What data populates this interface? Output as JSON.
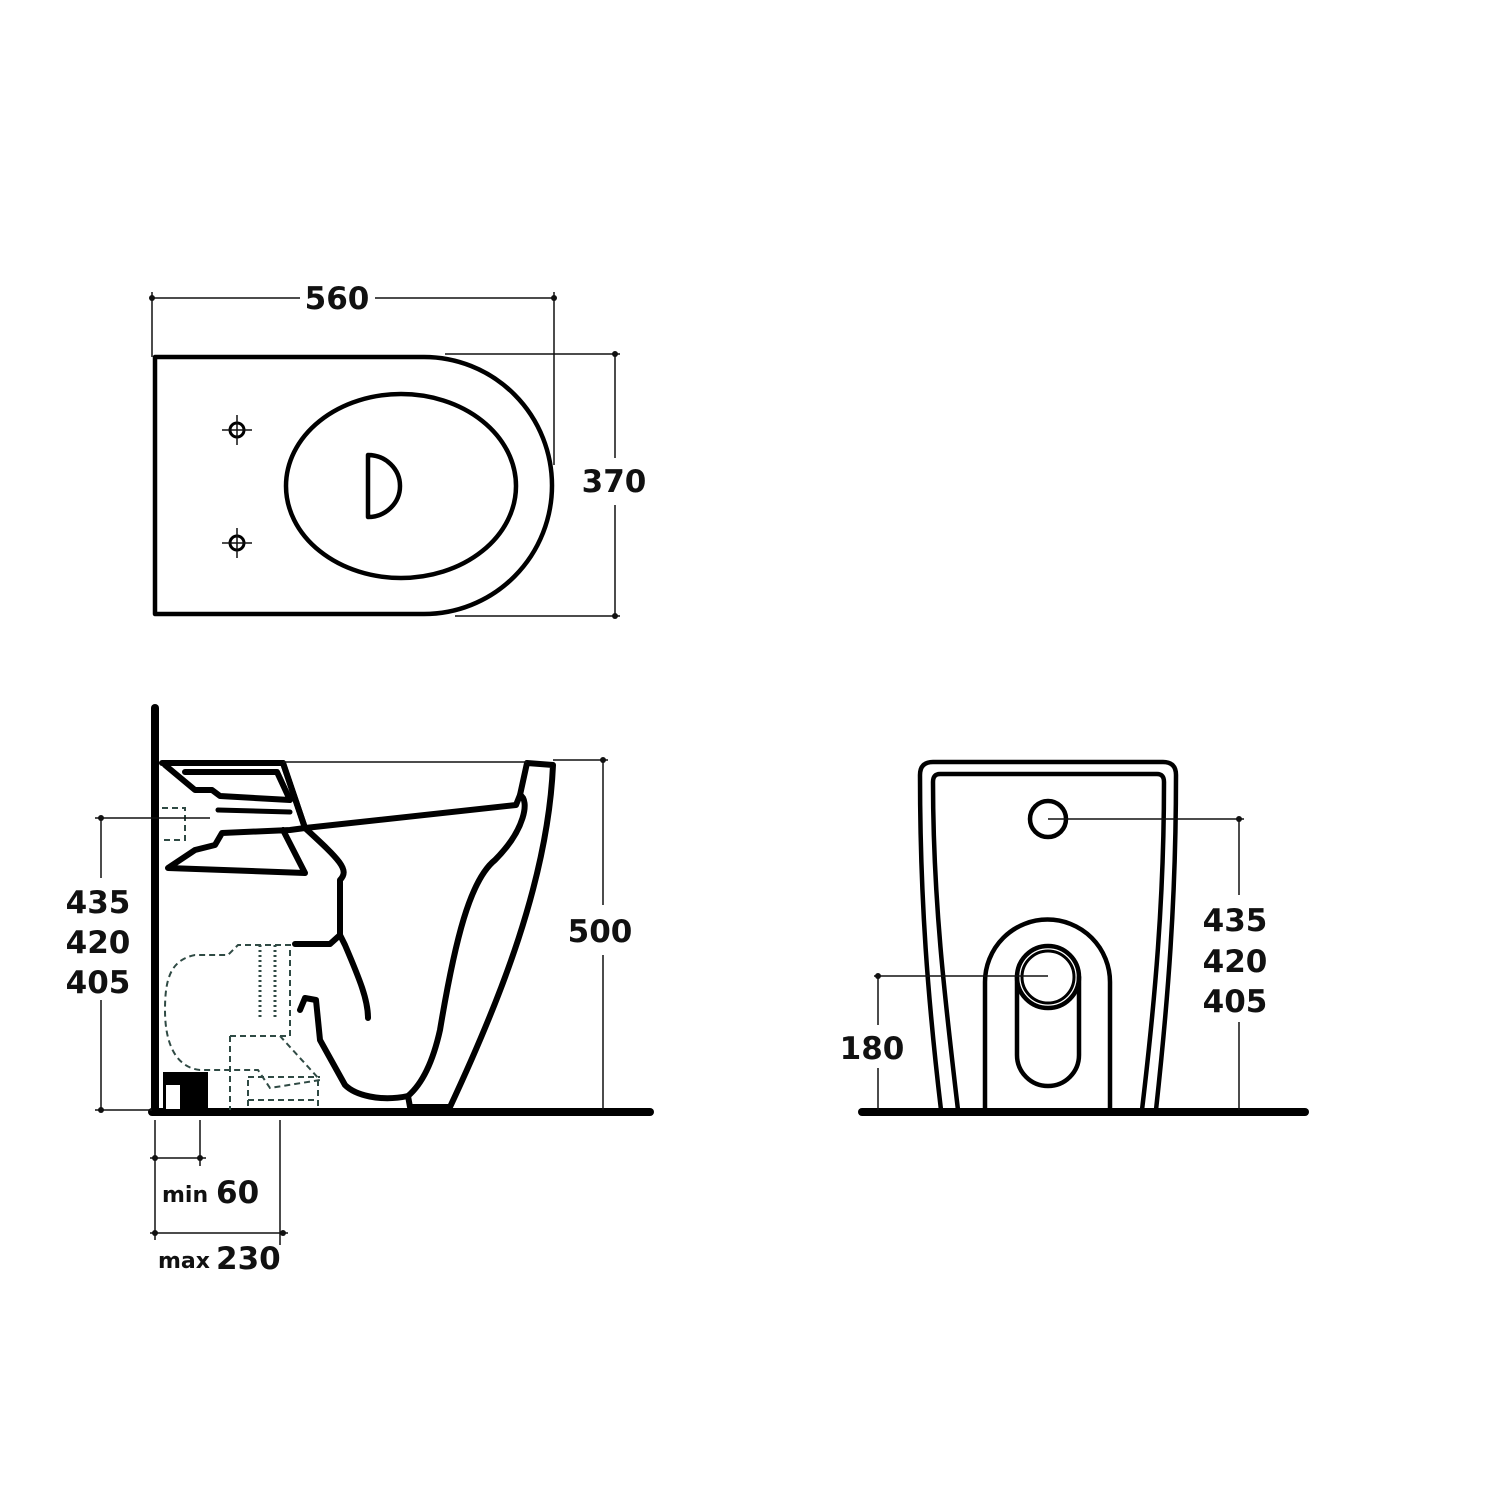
{
  "top_view": {
    "width_label": "560",
    "depth_label": "370"
  },
  "side_view": {
    "height_label": "500",
    "inlet_heights": [
      "435",
      "420",
      "405"
    ],
    "min_prefix": "min",
    "min_value": "60",
    "max_prefix": "max",
    "max_value": "230"
  },
  "back_view": {
    "inlet_heights": [
      "435",
      "420",
      "405"
    ],
    "outlet_height_label": "180"
  },
  "colors": {
    "line": "#000000",
    "hidden_line": "#2f4a44"
  }
}
